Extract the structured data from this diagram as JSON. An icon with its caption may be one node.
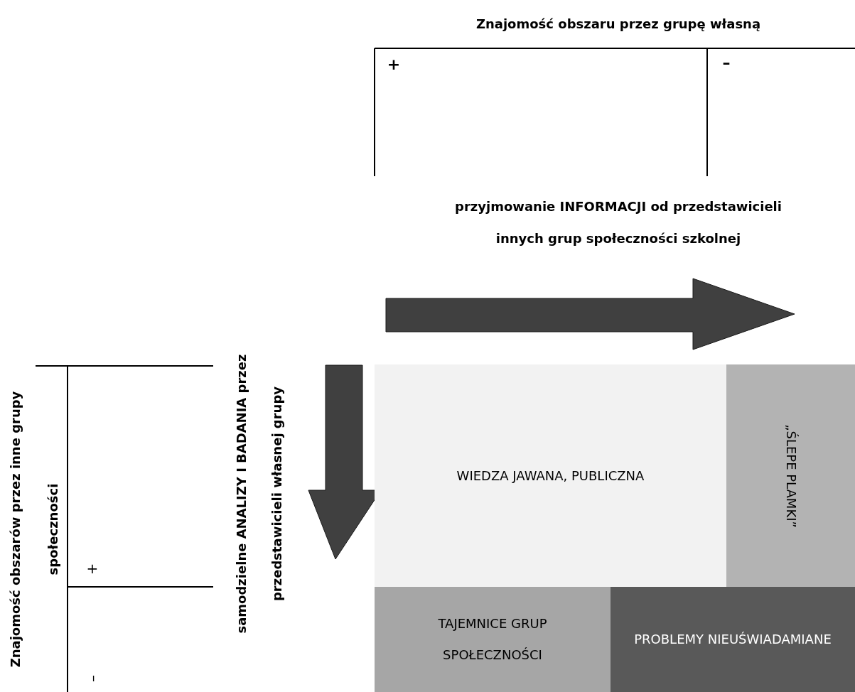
{
  "diagram": {
    "nodes": [
      {
        "text": [
          "WIEDZA JAWANA, PUBLICZNA"
        ]
      },
      {
        "text": [
          "„ŚLEPE PLAMKI”"
        ]
      },
      {
        "text": [
          "TAJEMNICE GRUP SPOŁECZNOŚCI"
        ]
      },
      {
        "text": [
          "PROBLEMY NIEUŚWIADAMIANE"
        ]
      }
    ],
    "edges": [],
    "labels": [
      "Znajomość obszaru przez grupę własną",
      "+",
      "–",
      "przyjmowanie INFORMACJI od przedstawicieli innych grup społeczności szkolnej",
      "Znajomość obszarów przez inne grupy społeczności",
      "samodzielne ANALIZY I BADANIA przez przedstawicieli własnej grupy",
      "+",
      "–"
    ]
  }
}
